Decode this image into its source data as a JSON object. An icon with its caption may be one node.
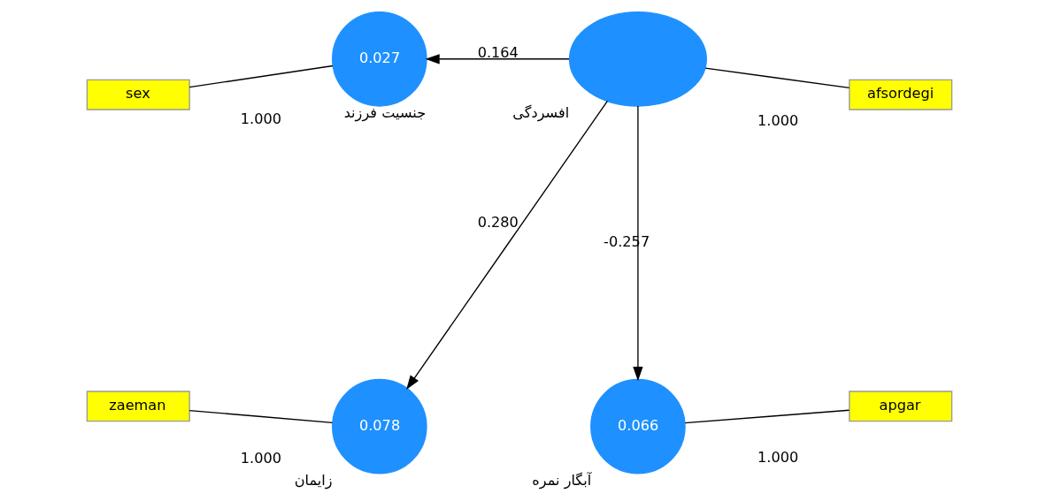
{
  "diagram": {
    "nodes": [
      {
        "text": [
          "sex"
        ]
      },
      {
        "text": [
          "0.027"
        ],
        "beside": [
          "جنسیت فرزند"
        ]
      },
      {
        "text": [],
        "shape": "ellipse",
        "beside": [
          "افسردگی"
        ]
      },
      {
        "text": [
          "afsordegi"
        ]
      },
      {
        "text": [
          "zaeman"
        ]
      },
      {
        "text": [
          "0.078"
        ],
        "beside": [
          "زایمان"
        ]
      },
      {
        "text": [
          "0.066"
        ],
        "beside": [
          "آبگار نمره"
        ]
      },
      {
        "text": [
          "apgar"
        ]
      }
    ],
    "edges": [
      {
        "from": 0,
        "to": 1,
        "arrow": "none",
        "label": "1.000"
      },
      {
        "from": 2,
        "to": 1,
        "arrow": "to",
        "label": "0.164"
      },
      {
        "from": 3,
        "to": 2,
        "arrow": "none",
        "label": "1.000"
      },
      {
        "from": 2,
        "to": 5,
        "arrow": "to",
        "label": "0.280"
      },
      {
        "from": 2,
        "to": 6,
        "arrow": "to",
        "label": "-0.257"
      },
      {
        "from": 4,
        "to": 5,
        "arrow": "none",
        "label": "1.000"
      },
      {
        "from": 6,
        "to": 7,
        "arrow": "none",
        "label": "1.000"
      }
    ]
  }
}
